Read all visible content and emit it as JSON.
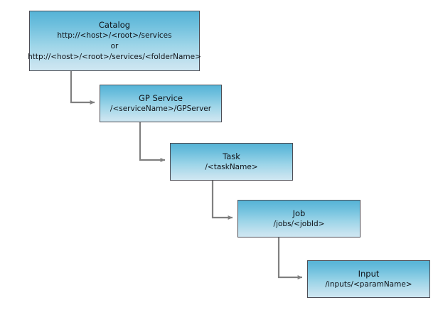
{
  "diagram": {
    "type": "flow-hierarchy",
    "background_color": "#ffffff",
    "node_fill_top_color": "#56b3d6",
    "node_fill_bottom_color": "#cfe7f2",
    "node_border_color": "#4d4d55",
    "connector_color": "#808080",
    "text_color": "#101318",
    "nodes": [
      {
        "id": "catalog",
        "title": "Catalog",
        "lines": [
          "http://<host>/<root>/services",
          "or",
          "http://<host>/<root>/services/<folderName>"
        ]
      },
      {
        "id": "gpservice",
        "title": "GP Service",
        "lines": [
          "/<serviceName>/GPServer"
        ]
      },
      {
        "id": "task",
        "title": "Task",
        "lines": [
          "/<taskName>"
        ]
      },
      {
        "id": "job",
        "title": "Job",
        "lines": [
          "/jobs/<jobId>"
        ]
      },
      {
        "id": "input",
        "title": "Input",
        "lines": [
          "/inputs/<paramName>"
        ]
      }
    ],
    "connectors": [
      {
        "from": "catalog",
        "to": "gpservice",
        "style": "elbow-down-right"
      },
      {
        "from": "gpservice",
        "to": "task",
        "style": "elbow-down-right"
      },
      {
        "from": "task",
        "to": "job",
        "style": "elbow-down-right"
      },
      {
        "from": "job",
        "to": "input",
        "style": "elbow-down-right"
      }
    ]
  }
}
